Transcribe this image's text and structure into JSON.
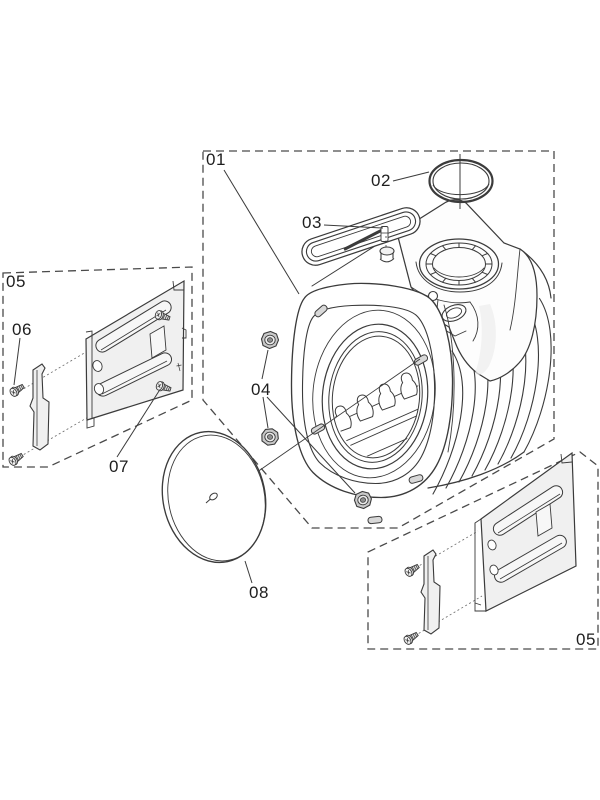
{
  "diagram": {
    "type": "exploded-parts-diagram",
    "background": "#ffffff",
    "line_color": "#3b3b3b",
    "dash_color": "#4a4a4a",
    "part_fill": "#f0f0f0",
    "callouts": {
      "c01": "01",
      "c02": "02",
      "c03": "03",
      "c04": "04",
      "c05_left": "05",
      "c05_right": "05",
      "c06": "06",
      "c07": "07",
      "c08": "08"
    }
  }
}
